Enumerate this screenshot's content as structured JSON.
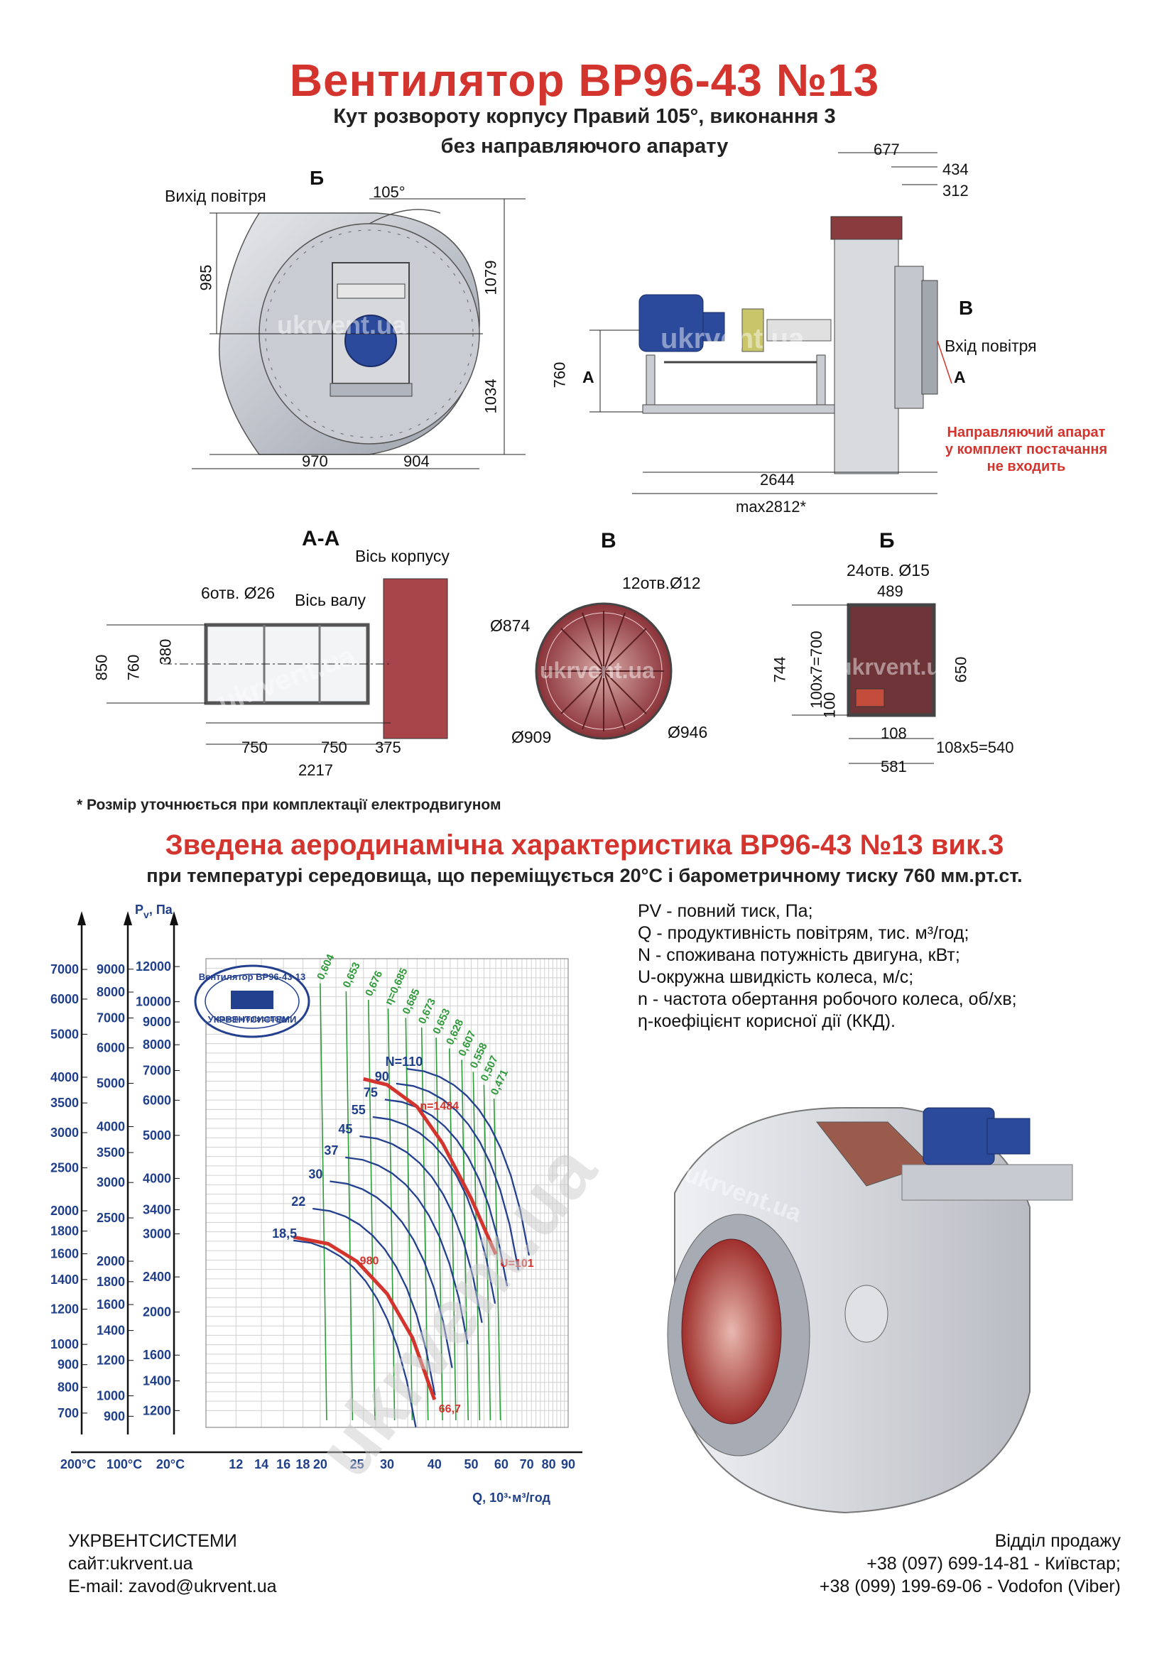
{
  "header": {
    "title": "Вентилятор  ВР96-43 №13",
    "subtitle1": "Кут розвороту корпусу Правий 105°, виконання 3",
    "subtitle2": "без направляючого апарату"
  },
  "front_view": {
    "outlet_label": "Вихід повітря",
    "section_b": "Б",
    "angle": "105°",
    "dims": {
      "h985": "985",
      "h1079": "1079",
      "h1034": "1034",
      "w970": "970",
      "w904": "904"
    }
  },
  "side_view": {
    "dims": {
      "d677": "677",
      "d434": "434",
      "d312": "312",
      "d760": "760",
      "d2644": "2644",
      "dmax": "max2812*"
    },
    "section_v": "В",
    "inlet_label": "Вхід повітря",
    "section_a": "А",
    "note_line1": "Направляючий апарат",
    "note_line2": "у комплект постачання",
    "note_line3": "не входить"
  },
  "section_aa": {
    "title": "А-А",
    "body_axis": "Вісь корпусу",
    "holes": "6отв. Ø26",
    "shaft_axis": "Вісь валу",
    "dims": {
      "d850": "850",
      "d760": "760",
      "d380": "380",
      "d750a": "750",
      "d750b": "750",
      "d375": "375",
      "d2217": "2217"
    }
  },
  "section_v": {
    "title": "В",
    "holes": "12отв.Ø12",
    "d874": "Ø874",
    "d909": "Ø909",
    "d946": "Ø946"
  },
  "section_b": {
    "title": "Б",
    "holes": "24отв. Ø15",
    "dims": {
      "d489": "489",
      "d744": "744",
      "d700": "100x7=700",
      "d100": "100",
      "d650": "650",
      "d108": "108",
      "d540": "108x5=540",
      "d581": "581"
    }
  },
  "footnote": "* Розмір уточнюється при комплектації електродвигуном",
  "aero": {
    "title": "Зведена аеродинамічна характеристика ВР96-43 №13 вик.3",
    "subtitle": "при температурі середовища, що переміщується 20°С і барометричному тиску 760 мм.рт.ст."
  },
  "legend": [
    "PV - повний тиск, Па;",
    "Q - продуктивність повітрям, тис. м³/год;",
    "N - споживана потужність двигуна, кВт;",
    "U-окружна швидкість колеса, м/с;",
    "n - частота обертання робочого колеса, об/хв;",
    "η-коефіцієнт корисної дії (ККД)."
  ],
  "chart_data": {
    "type": "line",
    "ylabel": "P",
    "ylabel_sub": "v",
    "ylabel_unit": ", Па",
    "xlabel": "Q, 10³·м³/год",
    "x_scale": "log",
    "y_scale": "log",
    "y_axis_200C": [
      700,
      800,
      900,
      1000,
      1200,
      1400,
      1600,
      1800,
      2000,
      2500,
      3000,
      3500,
      4000,
      5000,
      6000,
      7000
    ],
    "y_axis_100C": [
      900,
      1000,
      1200,
      1400,
      1600,
      1800,
      2000,
      2500,
      3000,
      3500,
      4000,
      5000,
      6000,
      7000,
      8000,
      9000
    ],
    "y_axis_20C": [
      1200,
      1400,
      1600,
      2000,
      2400,
      3000,
      3400,
      4000,
      5000,
      6000,
      7000,
      8000,
      9000,
      10000,
      12000
    ],
    "x_ticks": [
      12,
      14,
      16,
      18,
      20,
      25,
      30,
      40,
      50,
      60,
      70,
      80,
      90
    ],
    "x_axis_labels": [
      "200°C",
      "100°C",
      "20°C"
    ],
    "power_curves_kW": [
      "18,5",
      "22",
      "30",
      "37",
      "45",
      "55",
      "75",
      "90",
      "N=110"
    ],
    "efficiency_lines": [
      "0,604",
      "0,653",
      "0,676",
      "η=0,685",
      "0,685",
      "0,673",
      "0,653",
      "0,628",
      "0,607",
      "0,558",
      "0,507",
      "0,471"
    ],
    "speed_curves": [
      {
        "name": "n=1484",
        "points": [
          [
            26,
            6700
          ],
          [
            30,
            6500
          ],
          [
            36,
            5800
          ],
          [
            42,
            4800
          ],
          [
            50,
            3600
          ],
          [
            58,
            2700
          ]
        ]
      },
      {
        "name": "980",
        "points": [
          [
            17,
            2950
          ],
          [
            21,
            2850
          ],
          [
            25,
            2600
          ],
          [
            30,
            2200
          ],
          [
            35,
            1750
          ],
          [
            40,
            1270
          ]
        ]
      }
    ],
    "speed_labels": [
      "U=101",
      "66,7"
    ],
    "stamp_text": [
      "Вентилятор ВР96-43-13",
      "лабораторія заводу",
      "УКРВЕНТСИСТЕМИ"
    ],
    "grid": true
  },
  "footer": {
    "company": "УКРВЕНТСИСТЕМИ",
    "site": "сайт:ukrvent.ua",
    "email": "E-mail: zavod@ukrvent.ua",
    "sales": "Відділ продажу",
    "phone1": "+38 (097) 699-14-81 - Київстар;",
    "phone2": "+38 (099) 199-69-06 - Vodofon (Viber)"
  },
  "watermark": "ukrvent.ua",
  "colors": {
    "accent_red": "#d4342e",
    "axis_blue": "#1f3f8a",
    "eff_green": "#2f9a3a",
    "steel": "#b8bcc4",
    "copper": "#a8454a"
  }
}
